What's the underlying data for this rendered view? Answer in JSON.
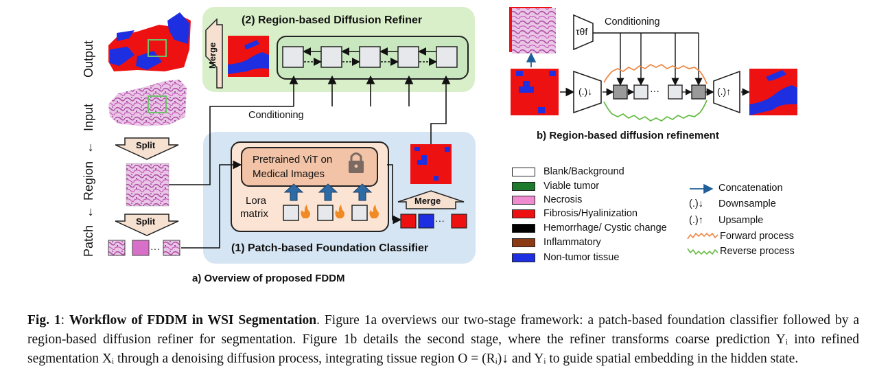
{
  "panel_a": {
    "refiner_title": "(2) Region-based Diffusion Refiner",
    "classifier_title": "(1) Patch-based Foundation Classifier",
    "merge_top": "Merge",
    "merge_mid": "Merge",
    "conditioning": "Conditioning",
    "vit_line1": "Pretrained ViT on",
    "vit_line2": "Medical Images",
    "lora_line1": "Lora",
    "lora_line2": "matrix",
    "split_top": "Split",
    "split_bottom": "Split",
    "ellipsis_patch": "···",
    "ellipsis_out": "···",
    "side_output": "Output",
    "side_input": "Input",
    "side_region": "Region",
    "side_patch": "Patch",
    "arrow_left": "←",
    "caption": "a) Overview of proposed FDDM"
  },
  "panel_b": {
    "conditioning": "Conditioning",
    "tau": "τθf",
    "down": "(.)↓",
    "up": "(.)↑",
    "ellipsis": "···",
    "caption": "b) Region-based diffusion refinement"
  },
  "legend_classes": [
    {
      "label": "Blank/Background",
      "color": "#ffffff"
    },
    {
      "label": "Viable tumor",
      "color": "#1e7a2c"
    },
    {
      "label": "Necrosis",
      "color": "#f08bd0"
    },
    {
      "label": "Fibrosis/Hyalinization",
      "color": "#ee1111"
    },
    {
      "label": "Hemorrhage/ Cystic change",
      "color": "#000000"
    },
    {
      "label": "Inflammatory",
      "color": "#8b3a12"
    },
    {
      "label": "Non-tumor tissue",
      "color": "#1d2fe0"
    }
  ],
  "legend_ops": {
    "concat": "Concatenation",
    "down_sym": "(.)↓",
    "down": "Downsample",
    "up_sym": "(.)↑",
    "up": "Upsample",
    "forward": "Forward process",
    "reverse": "Reverse process"
  },
  "figure_caption": {
    "fig": "Fig. 1",
    "colon": ": ",
    "title": "Workflow of FDDM in WSI Segmentation",
    "body": ". Figure 1a overviews our two-stage framework: a patch-based foundation classifier followed by a region-based diffusion refiner for segmentation. Figure 1b details the second stage, where the refiner transforms coarse prediction Yᵢ into refined segmentation Xᵢ through a denoising diffusion process, integrating tissue region O = (Rᵢ)↓ and Yᵢ to guide spatial embedding in the hidden state."
  },
  "colors": {
    "refiner_bg": "#d9efc9",
    "classifier_bg": "#d6e5f3",
    "vit_bg": "#f2c3a6",
    "mask_red": "#ee1111",
    "mask_blue": "#1d2fe0",
    "forward_line": "#ee8844",
    "reverse_line": "#66bb44",
    "concat_arrow": "#1f5f99"
  }
}
